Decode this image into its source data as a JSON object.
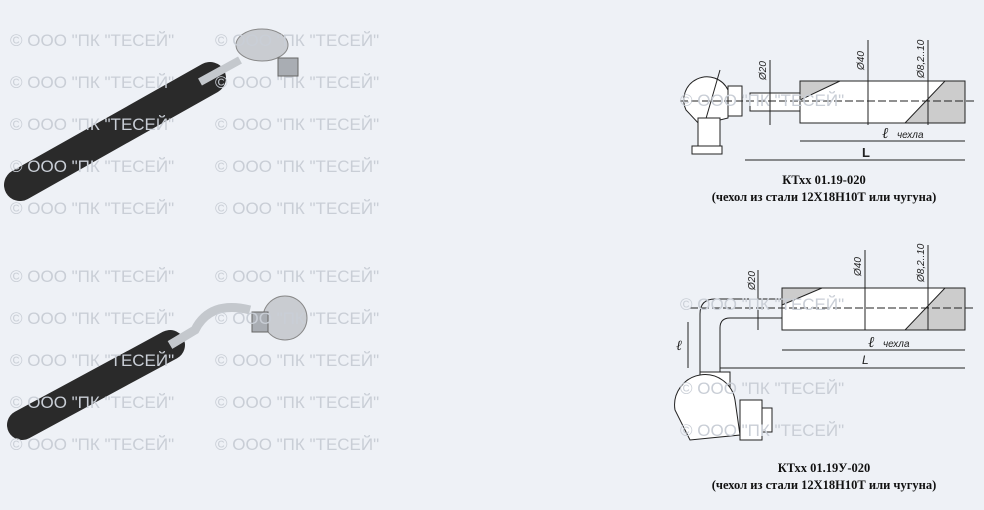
{
  "watermark": "© ООО \"ПК \"ТЕСЕЙ\"",
  "top_drawing": {
    "model": "КТхх 01.19-020",
    "material": "(чехол из стали 12Х18Н10Т или чугуна)",
    "dims": {
      "d20": "Ø20",
      "d40": "Ø40",
      "d_inner": "Ø8,2..10",
      "l_sheath": "ℓ",
      "l_sheath_sub": "чехла",
      "L": "L"
    }
  },
  "bottom_drawing": {
    "model": "КТхх 01.19У-020",
    "material": "(чехол из стали 12Х18Н10Т или чугуна)",
    "dims": {
      "d20": "Ø20",
      "d40": "Ø40",
      "d_inner": "Ø8,2..10",
      "l_sheath": "ℓ",
      "l_sheath_sub": "чехла",
      "L": "L",
      "l": "ℓ"
    }
  },
  "colors": {
    "background": "#eef1f6",
    "sleeve": "#2a2a2a",
    "metal": "#b8bcc2"
  }
}
